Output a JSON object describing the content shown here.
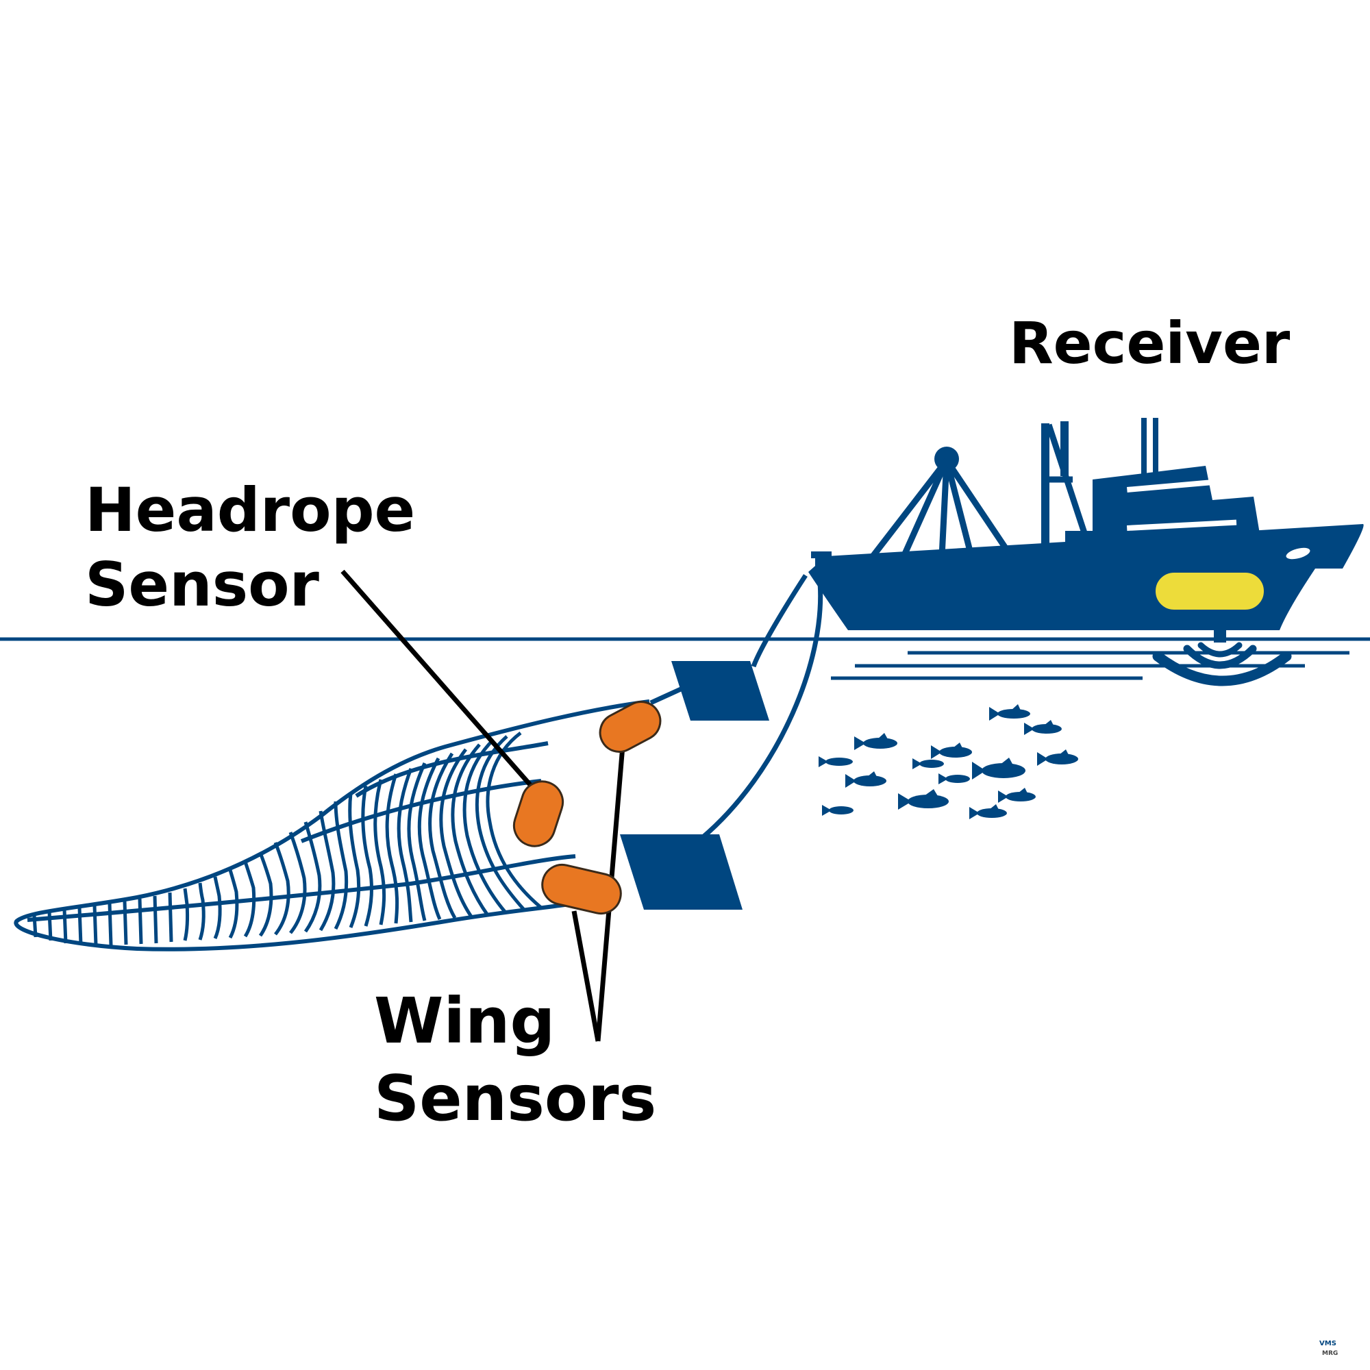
{
  "labels": {
    "receiver": "Receiver",
    "headrope_line1": "Headrope",
    "headrope_line2": "Sensor",
    "wing_line1": "Wing",
    "wing_line2": "Sensors"
  },
  "watermark": {
    "line1": "VMS",
    "line2": "MRG"
  },
  "colors": {
    "navy": "#004680",
    "sensor_orange": "#E87722",
    "receiver_yellow": "#EDDC3A",
    "line_black": "#000000"
  }
}
